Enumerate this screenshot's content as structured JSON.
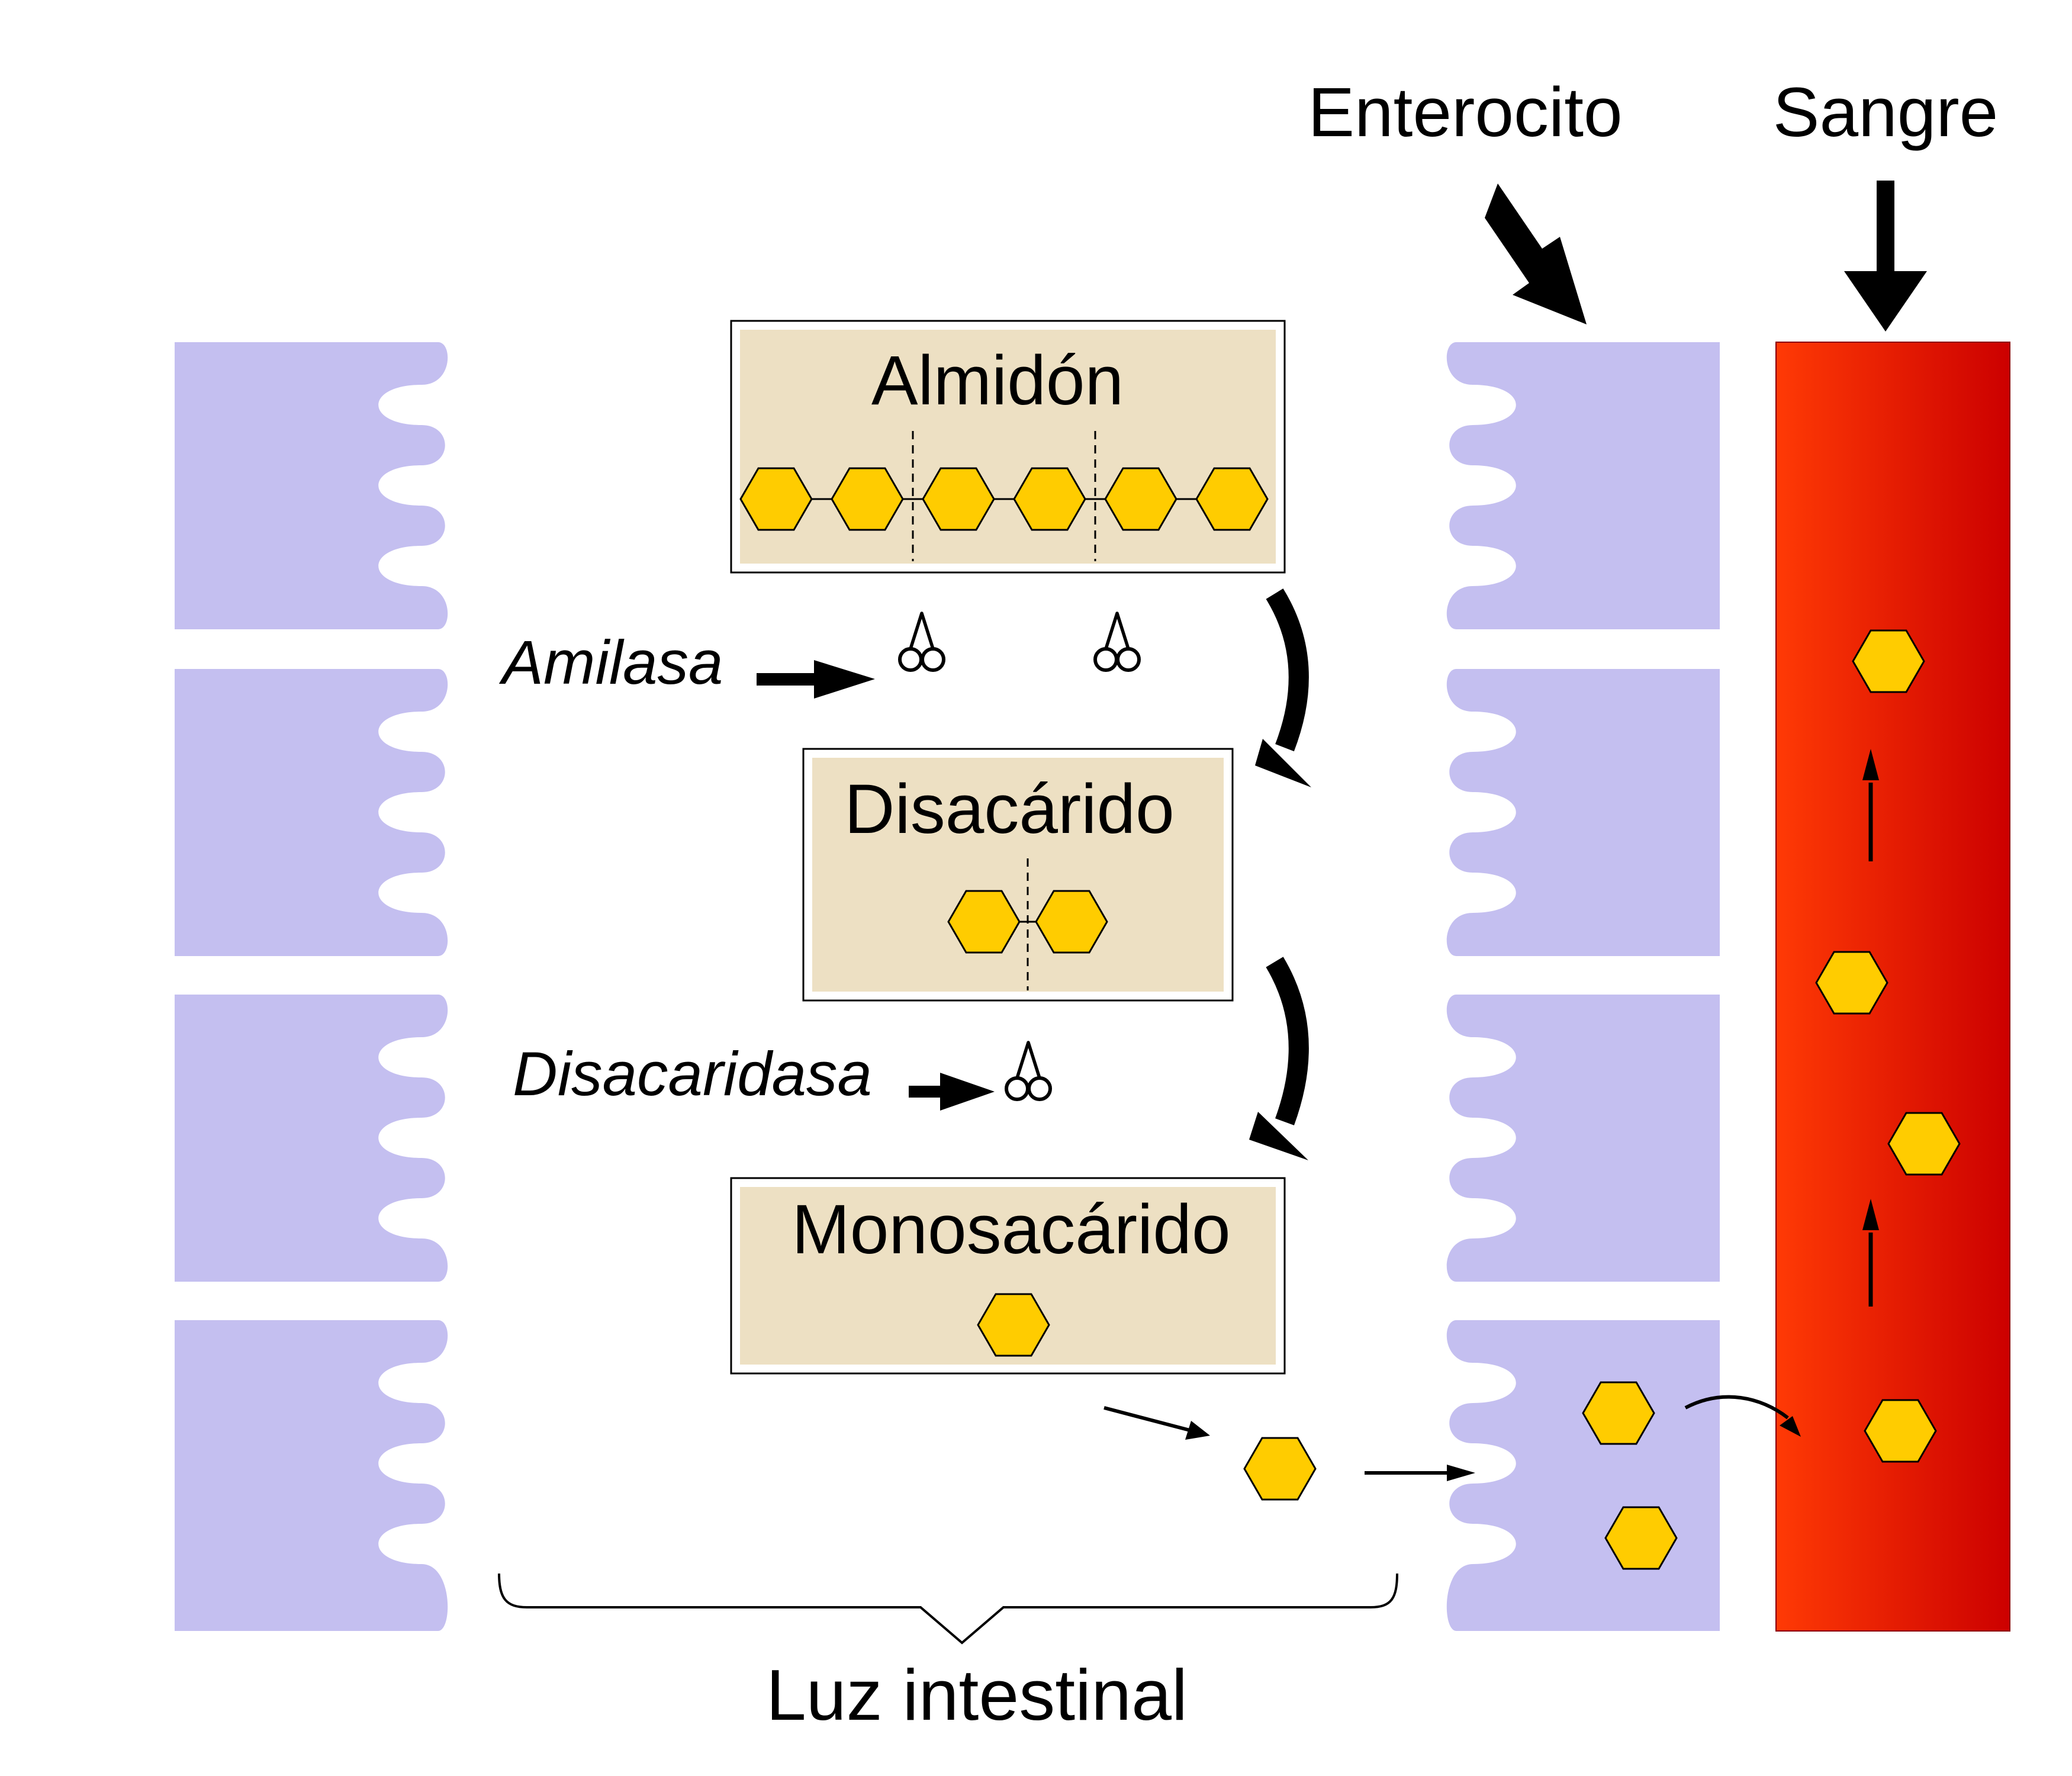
{
  "labels": {
    "enterocyte": "Enterocito",
    "blood": "Sangre",
    "lumen": "Luz intestinal",
    "amylase": "Amilasa",
    "disaccharidase": "Disacaridasa"
  },
  "stages": {
    "starch": {
      "title": "Almidón",
      "units": 6,
      "cut_after_units": [
        2,
        4
      ]
    },
    "disaccharide": {
      "title": "Disacárido",
      "units": 2,
      "cut_after_units": [
        1
      ]
    },
    "monosaccharide": {
      "title": "Monosacárido",
      "units": 1
    }
  },
  "colors": {
    "cell": "#c4bff0",
    "box_fill": "#ede0c3",
    "hexagon": "#ffcc00",
    "blood_light": "#ff3a05",
    "blood_dark": "#cc0000"
  },
  "icons": {
    "enzyme_cut": "scissors-icon",
    "monosaccharide": "hexagon-icon"
  }
}
